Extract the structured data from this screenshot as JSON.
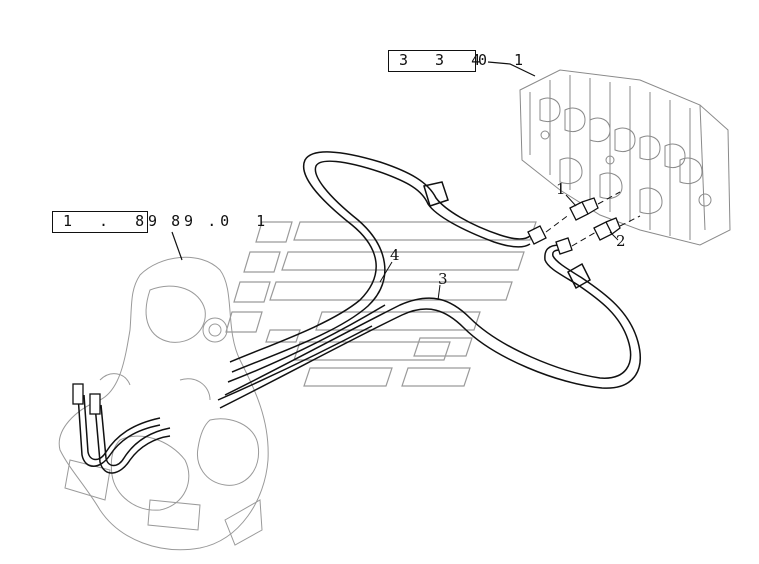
{
  "references": [
    {
      "box_text": "3 3 4",
      "suffix": "0 1"
    },
    {
      "box_text": "1 . 8 8 .",
      "suffix": "9 9   0 1"
    }
  ],
  "callouts": [
    "1",
    "2",
    "3",
    "4"
  ],
  "colors": {
    "line": "#111111",
    "ghost": "#8a8a8a",
    "background": "#ffffff"
  }
}
